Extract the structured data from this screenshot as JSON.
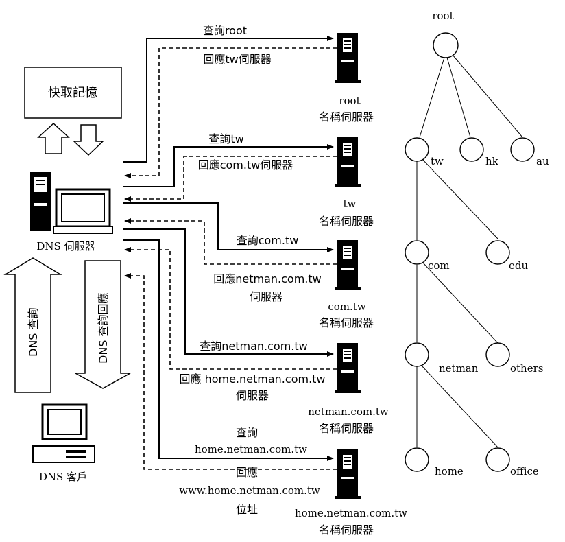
{
  "cache_box": "快取記憶",
  "dns_server_label": "DNS 伺服器",
  "dns_client_label": "DNS 客戶",
  "dns_query_label": "DNS 查詢",
  "dns_response_label": "DNS 查詢回應",
  "queries": [
    "查詢root",
    "查詢tw",
    "查詢com.tw",
    "查詢netman.com.tw",
    "查詢",
    "home.netman.com.tw"
  ],
  "responses": [
    "回應tw伺服器",
    "回應com.tw伺服器",
    "回應netman.com.tw",
    "伺服器",
    "回應 home.netman.com.tw",
    "伺服器",
    "回應",
    "www.home.netman.com.tw",
    "位址"
  ],
  "servers": [
    {
      "domain": "root",
      "suffix": "名稱伺服器"
    },
    {
      "domain": "tw",
      "suffix": "名稱伺服器"
    },
    {
      "domain": "com.tw",
      "suffix": "名稱伺服器"
    },
    {
      "domain": "netman.com.tw",
      "suffix": "名稱伺服器"
    },
    {
      "domain": "home.netman.com.tw",
      "suffix": "名稱伺服器"
    }
  ],
  "tree": {
    "root": "root",
    "level1": [
      "tw",
      "hk",
      "au"
    ],
    "level2": [
      "com",
      "edu"
    ],
    "level3": [
      "netman",
      "others"
    ],
    "level4": [
      "home",
      "office"
    ]
  }
}
